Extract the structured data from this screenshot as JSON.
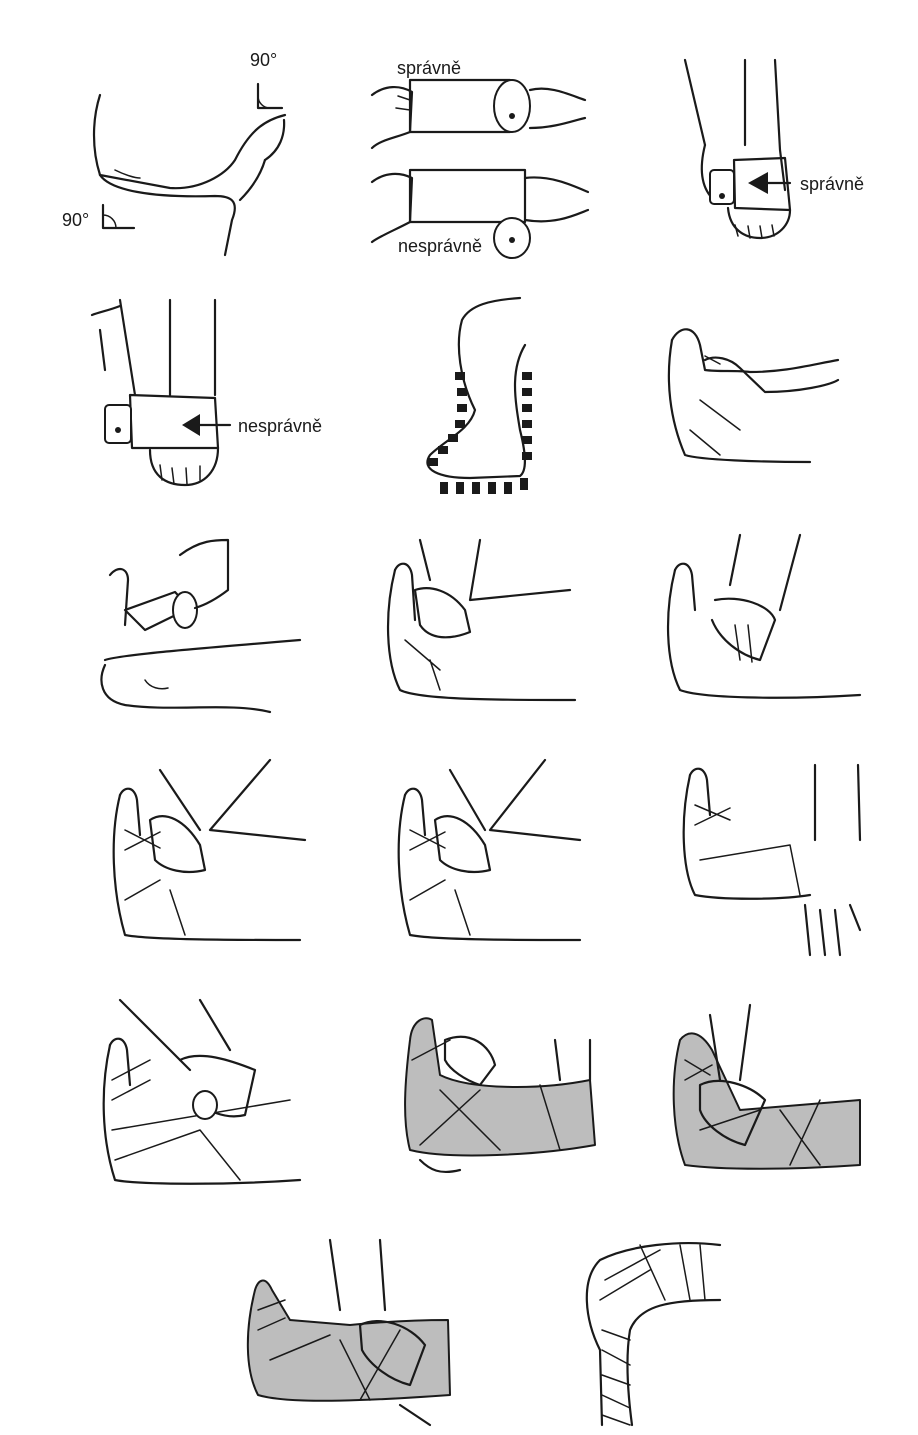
{
  "labels": {
    "angle_knee": "90°",
    "angle_ankle": "90°",
    "correct_top": "správně",
    "incorrect_bottom": "nesprávně",
    "correct_arrow": "správně",
    "incorrect_arrow": "nesprávně"
  },
  "colors": {
    "ink": "#1a1a1a",
    "shade": "#bdbdbd",
    "paper": "#ffffff"
  }
}
